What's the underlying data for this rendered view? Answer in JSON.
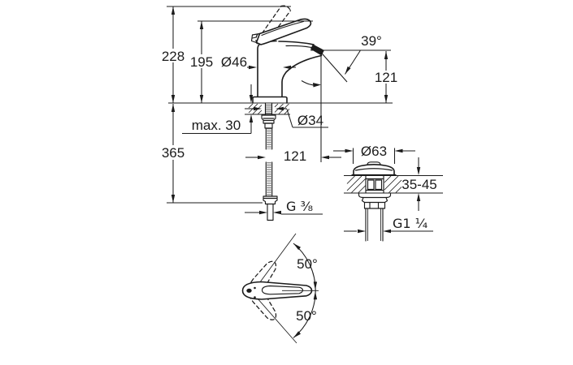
{
  "front_view": {
    "total_height": "228",
    "handle_height": "195",
    "body_diameter": "Ø46",
    "stream_angle": "39°",
    "spout_height": "121",
    "max_counter_thickness": "max. 30",
    "hole_diameter": "Ø34",
    "supply_length": "365",
    "spout_reach": "121",
    "supply_thread": "G ³⁄₈"
  },
  "waste_detail": {
    "flange_diameter": "Ø63",
    "counter_range": "35-45",
    "waste_thread": "G1 ¹⁄₄"
  },
  "top_view": {
    "swivel_up": "50°",
    "swivel_down": "50°"
  },
  "colors": {
    "line": "#1b1b1b",
    "background": "#ffffff"
  }
}
